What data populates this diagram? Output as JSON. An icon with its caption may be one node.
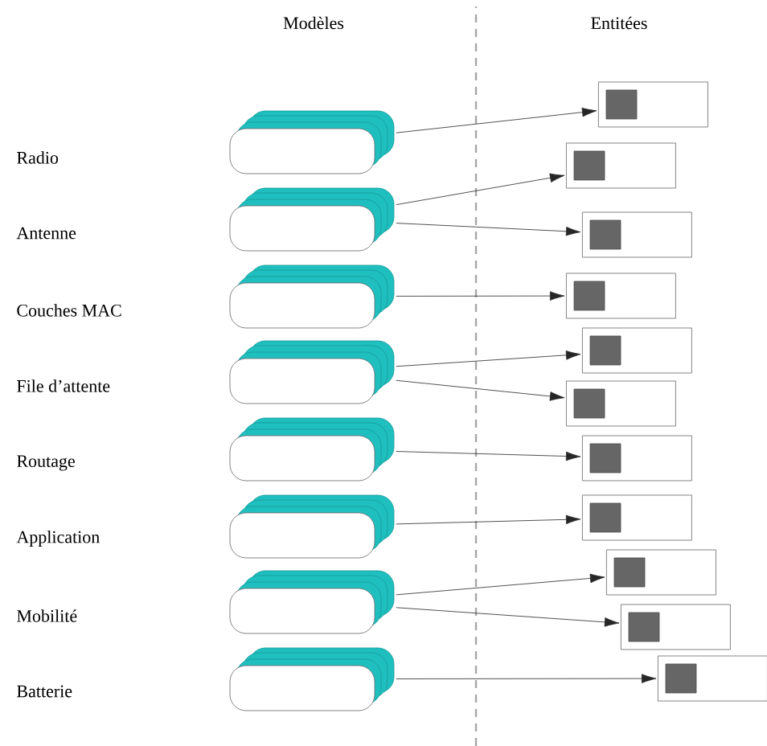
{
  "diagram": {
    "nodes": [
      {
        "text": [],
        "shape": "stack"
      },
      {
        "text": [],
        "shape": "stack"
      },
      {
        "text": [],
        "shape": "stack"
      },
      {
        "text": [],
        "shape": "stack"
      },
      {
        "text": [],
        "shape": "stack"
      },
      {
        "text": [],
        "shape": "stack"
      },
      {
        "text": [],
        "shape": "stack"
      },
      {
        "text": [],
        "shape": "stack"
      },
      {
        "text": [],
        "shape": "box"
      },
      {
        "text": [],
        "shape": "box"
      },
      {
        "text": [],
        "shape": "box"
      },
      {
        "text": [],
        "shape": "box"
      },
      {
        "text": [],
        "shape": "box"
      },
      {
        "text": [],
        "shape": "box"
      },
      {
        "text": [],
        "shape": "box"
      },
      {
        "text": [],
        "shape": "box"
      },
      {
        "text": [],
        "shape": "box"
      },
      {
        "text": [],
        "shape": "box"
      },
      {
        "text": [],
        "shape": "box"
      }
    ],
    "edges": [
      {
        "from": 0,
        "to": 8,
        "arrow": "to"
      },
      {
        "from": 1,
        "to": 9,
        "arrow": "to"
      },
      {
        "from": 1,
        "to": 10,
        "arrow": "to"
      },
      {
        "from": 2,
        "to": 11,
        "arrow": "to"
      },
      {
        "from": 3,
        "to": 12,
        "arrow": "to"
      },
      {
        "from": 3,
        "to": 13,
        "arrow": "to"
      },
      {
        "from": 4,
        "to": 14,
        "arrow": "to"
      },
      {
        "from": 5,
        "to": 15,
        "arrow": "to"
      },
      {
        "from": 6,
        "to": 16,
        "arrow": "to"
      },
      {
        "from": 6,
        "to": 17,
        "arrow": "to"
      },
      {
        "from": 7,
        "to": 18,
        "arrow": "to"
      }
    ],
    "labels": [
      "Modèles",
      "Entitées",
      "Radio",
      "Antenne",
      "Couches MAC",
      "File d’attente",
      "Routage",
      "Application",
      "Mobilité",
      "Batterie"
    ]
  }
}
